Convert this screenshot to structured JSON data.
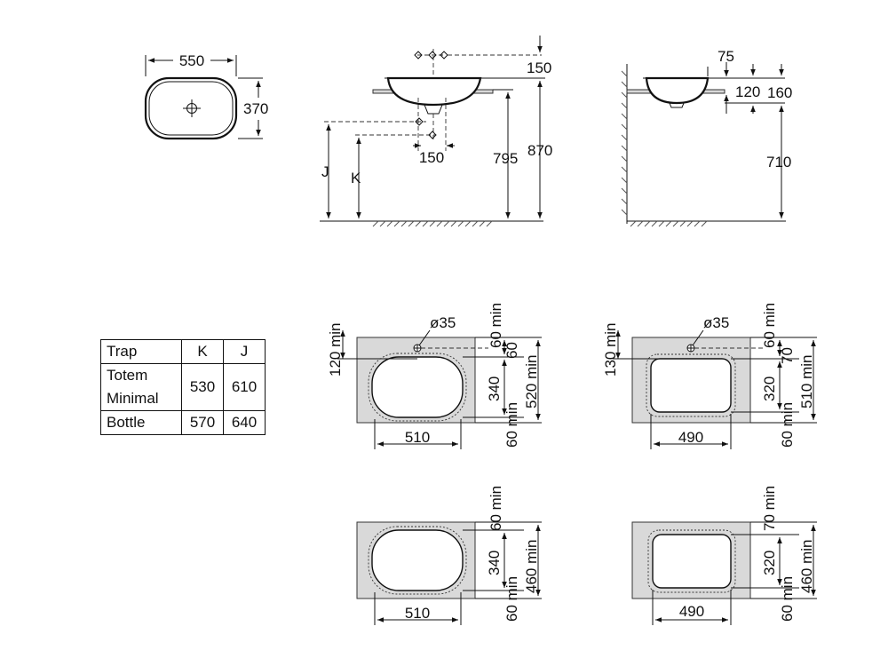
{
  "top_view": {
    "width": "550",
    "depth": "370"
  },
  "front_view": {
    "tap_offset": "150",
    "waste_offset": "150",
    "counter_height": "795",
    "rim_height": "870",
    "trap_k": "K",
    "trap_j": "J"
  },
  "side_view": {
    "wall_offset": "75",
    "basin_height": "120",
    "total_height": "160",
    "counter_height": "710"
  },
  "cutouts": [
    {
      "hole": "ø35",
      "top_margin": "120 min",
      "edge": "60 min",
      "hole_gap": "60",
      "inner": "340",
      "total": "520 min",
      "bottom": "60 min",
      "width": "510"
    },
    {
      "hole": "ø35",
      "top_margin": "130 min",
      "edge": "60 min",
      "hole_gap": "70",
      "inner": "320",
      "total": "510 min",
      "bottom": "60 min",
      "width": "490"
    },
    {
      "edge": "60 min",
      "inner": "340",
      "total": "460 min",
      "bottom": "60 min",
      "width": "510"
    },
    {
      "edge": "70 min",
      "inner": "320",
      "total": "460 min",
      "bottom": "60 min",
      "width": "490"
    }
  ],
  "trap_table": {
    "headers": [
      "Trap",
      "K",
      "J"
    ],
    "totem": "Totem",
    "minimal": "Minimal",
    "row1_k": "530",
    "row1_j": "610",
    "bottle": "Bottle",
    "row2_k": "570",
    "row2_j": "640"
  }
}
